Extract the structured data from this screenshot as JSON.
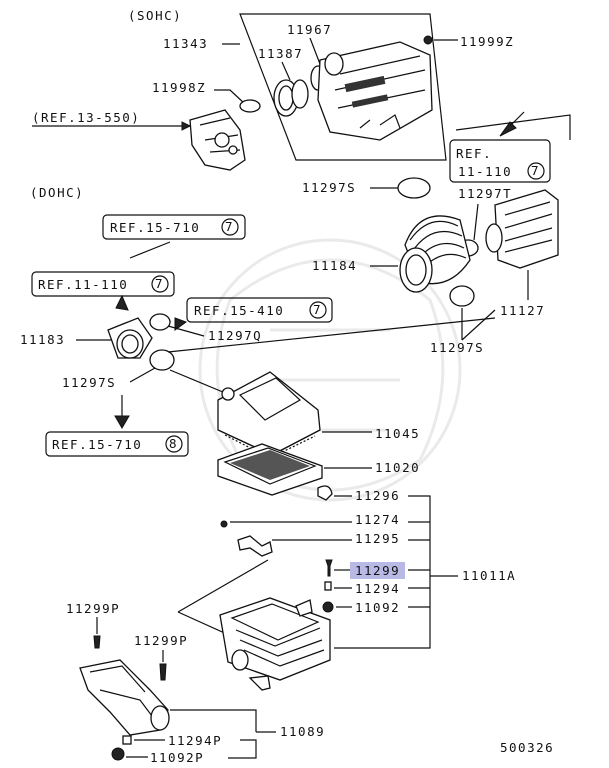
{
  "sections": {
    "sohc": "(SOHC)",
    "dohc": "(DOHC)"
  },
  "refs": {
    "r13550": "(REF.13-550)",
    "r11110_right_line1": "REF.",
    "r11110_right_line2": "11-110",
    "r11110_right_num": "7",
    "r15710_top": "REF.15-710",
    "r15710_top_num": "7",
    "r11110_left": "REF.11-110",
    "r11110_left_num": "7",
    "r15410": "REF.15-410",
    "r15410_num": "7",
    "r15710_bottom": "REF.15-710",
    "r15710_bottom_num": "8"
  },
  "parts": {
    "p11967": "11967",
    "p11999Z": "11999Z",
    "p11343": "11343",
    "p11387": "11387",
    "p11998Z": "11998Z",
    "p11297S_a": "11297S",
    "p11297T": "11297T",
    "p11184": "11184",
    "p11127": "11127",
    "p11297S_b": "11297S",
    "p11183": "11183",
    "p11297Q": "11297Q",
    "p11297S_c": "11297S",
    "p11045": "11045",
    "p11020": "11020",
    "p11296": "11296",
    "p11274": "11274",
    "p11295": "11295",
    "p11299": "11299",
    "p11294": "11294",
    "p11092": "11092",
    "p11011A": "11011A",
    "p11299P_a": "11299P",
    "p11299P_b": "11299P",
    "p11089": "11089",
    "p11294P": "11294P",
    "p11092P": "11092P"
  },
  "diagram_id": "500326",
  "highlight_color": "#b9b9e6"
}
